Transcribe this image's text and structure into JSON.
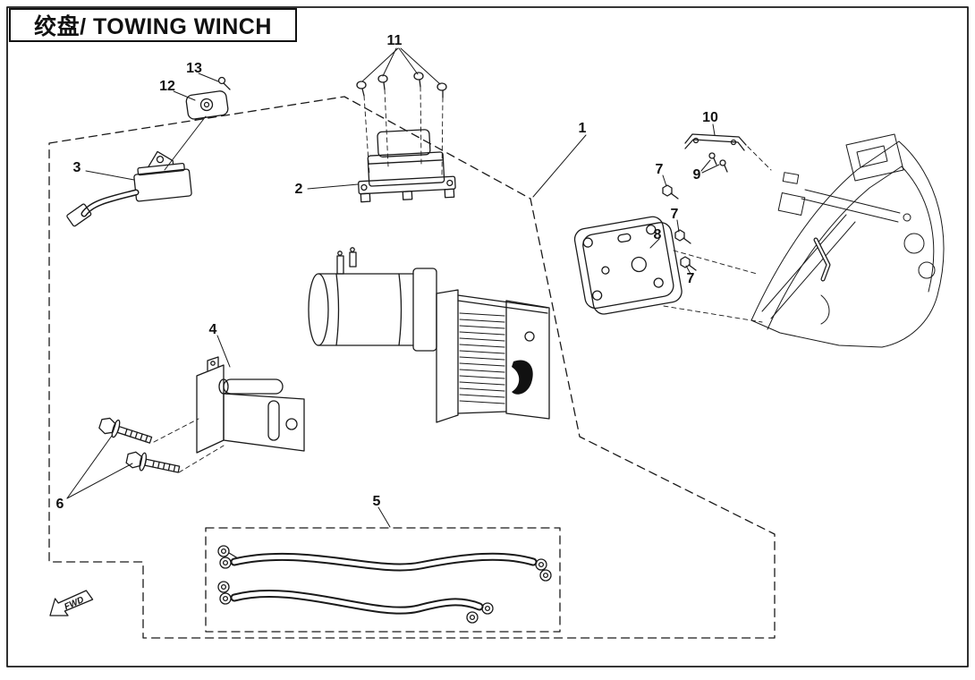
{
  "title": "绞盘/ TOWING WINCH",
  "fwd_label": "FWD",
  "colors": {
    "line": "#1a1a1a",
    "background": "#ffffff"
  },
  "callouts": [
    {
      "label": "1"
    },
    {
      "label": "2"
    },
    {
      "label": "3"
    },
    {
      "label": "4"
    },
    {
      "label": "5"
    },
    {
      "label": "6"
    },
    {
      "label": "7"
    },
    {
      "label": "7"
    },
    {
      "label": "7"
    },
    {
      "label": "8"
    },
    {
      "label": "9"
    },
    {
      "label": "10"
    },
    {
      "label": "11"
    },
    {
      "label": "12"
    },
    {
      "label": "13"
    }
  ]
}
